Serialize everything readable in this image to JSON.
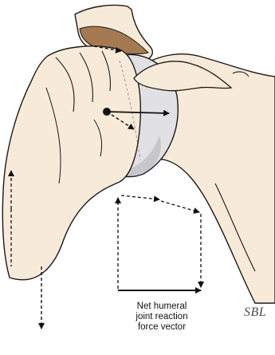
{
  "caption": {
    "line1": "Net humeral",
    "line2": "joint reaction",
    "line3": "force vector"
  },
  "signature": "SBL",
  "colors": {
    "skin": "#f7ead8",
    "bone": "#e1e1e4",
    "bone_shadow": "#c6c6cb",
    "acromion": "#a57a52",
    "outline": "#1a1a1a"
  }
}
